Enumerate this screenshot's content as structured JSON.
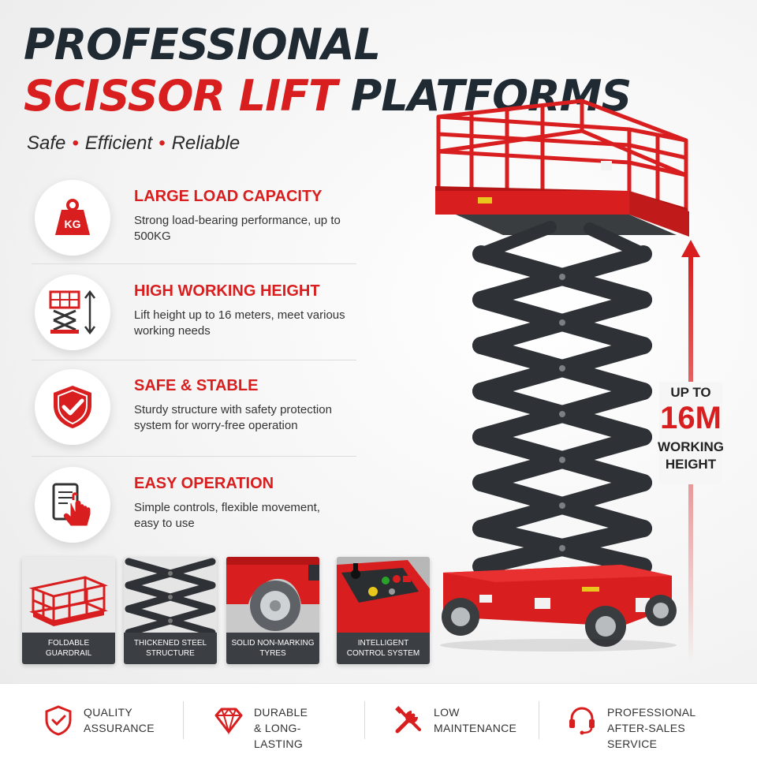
{
  "header": {
    "title_line1": "PROFESSIONAL",
    "title_line2_red": "SCISSOR LIFT",
    "title_line2_dark": " PLATFORMS",
    "tagline": [
      "Safe",
      "Efficient",
      "Reliable"
    ],
    "tagline_separator": "•"
  },
  "features": [
    {
      "icon": "kg-weight-icon",
      "icon_text": "KG",
      "title": "LARGE LOAD CAPACITY",
      "desc": "Strong load-bearing performance, up to 500KG"
    },
    {
      "icon": "lift-height-icon",
      "title": "HIGH WORKING HEIGHT",
      "desc": "Lift height up to 16 meters, meet various working needs"
    },
    {
      "icon": "shield-check-icon",
      "title": "SAFE & STABLE",
      "desc": "Sturdy structure with safety protection system for worry-free operation"
    },
    {
      "icon": "touch-control-icon",
      "title": "EASY OPERATION",
      "desc": "Simple controls, flexible movement, easy to use"
    }
  ],
  "thumbnails": [
    {
      "label": "FOLDABLE GUARDRAIL"
    },
    {
      "label": "THICKENED STEEL\nSTRUCTURE"
    },
    {
      "label": "SOLID NON-MARKING\nTYRES"
    },
    {
      "label": "INTELLIGENT\nCONTROL SYSTEM"
    }
  ],
  "height_callout": {
    "top": "UP TO",
    "value": "16M",
    "bottom": "WORKING\nHEIGHT"
  },
  "bottom_badges": [
    {
      "icon": "shield-check-icon",
      "label": "QUALITY\nASSURANCE"
    },
    {
      "icon": "diamond-icon",
      "label": "DURABLE\n& LONG-LASTING"
    },
    {
      "icon": "tools-icon",
      "label": "LOW\nMAINTENANCE"
    },
    {
      "icon": "headset-icon",
      "label": "PROFESSIONAL\nAFTER-SALES SERVICE"
    }
  ],
  "colors": {
    "accent": "#d81e1e",
    "dark_text": "#1f2a33",
    "scissor_arm": "#2e3236",
    "caption_bg": "#3b3f44"
  }
}
